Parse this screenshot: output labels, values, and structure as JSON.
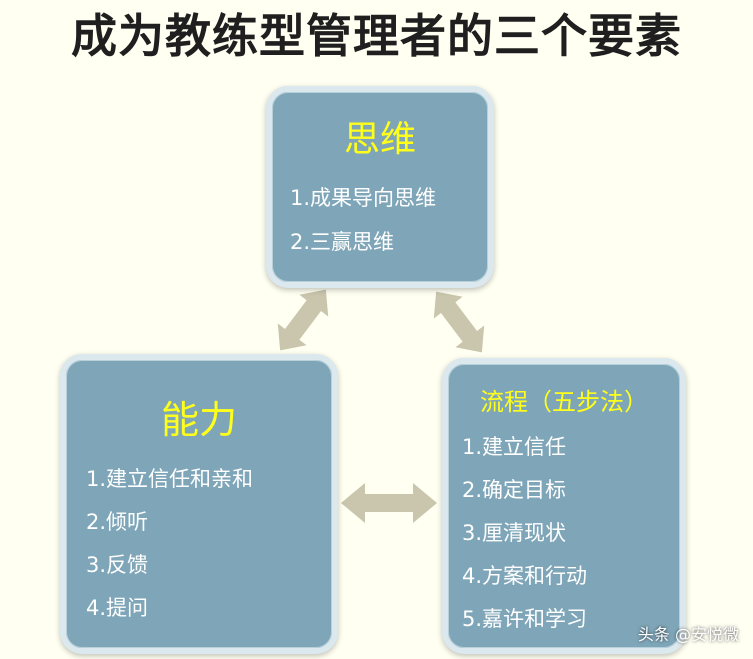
{
  "title": "成为教练型管理者的三个要素",
  "boxes": {
    "thinking": {
      "heading": "思维",
      "items": [
        "1.成果导向思维",
        "2.三赢思维"
      ]
    },
    "ability": {
      "heading": "能力",
      "items": [
        "1.建立信任和亲和",
        "2.倾听",
        "3.反馈",
        "4.提问"
      ]
    },
    "process": {
      "heading": "流程（五步法）",
      "items": [
        "1.建立信任",
        "2.确定目标",
        "3.厘清现状",
        "4.方案和行动",
        "5.嘉许和学习"
      ]
    }
  },
  "watermark": "头条 @安悦微",
  "colors": {
    "box_fill": "#7fa6b8",
    "heading_text": "#ffff1a",
    "arrow": "#c9c6ad",
    "background": "#fffff2"
  }
}
